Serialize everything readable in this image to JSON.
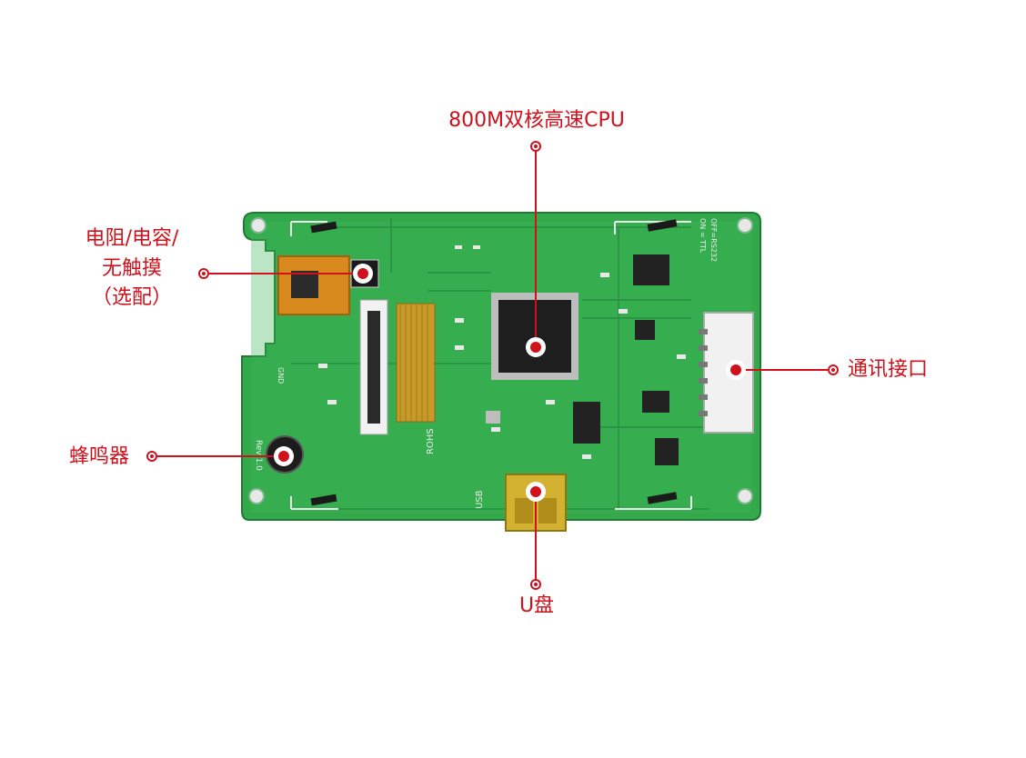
{
  "callouts": {
    "cpu": "800M双核高速CPU",
    "touch_line1": "电阻/电容/",
    "touch_line2": "无触摸",
    "touch_line3": "（选配）",
    "comm": "通讯接口",
    "buzzer": "蜂鸣器",
    "udisk": "U盘"
  },
  "board": {
    "pcb_color": "#2fa84a",
    "silk": {
      "rohs": "ROHS",
      "usb": "USB",
      "rev": "Rev 1.0",
      "gnd": "GND",
      "off_rs232": "OFF=RS232",
      "on_ttl": "ON = TTL"
    }
  },
  "colors": {
    "accent": "#d0101b"
  }
}
